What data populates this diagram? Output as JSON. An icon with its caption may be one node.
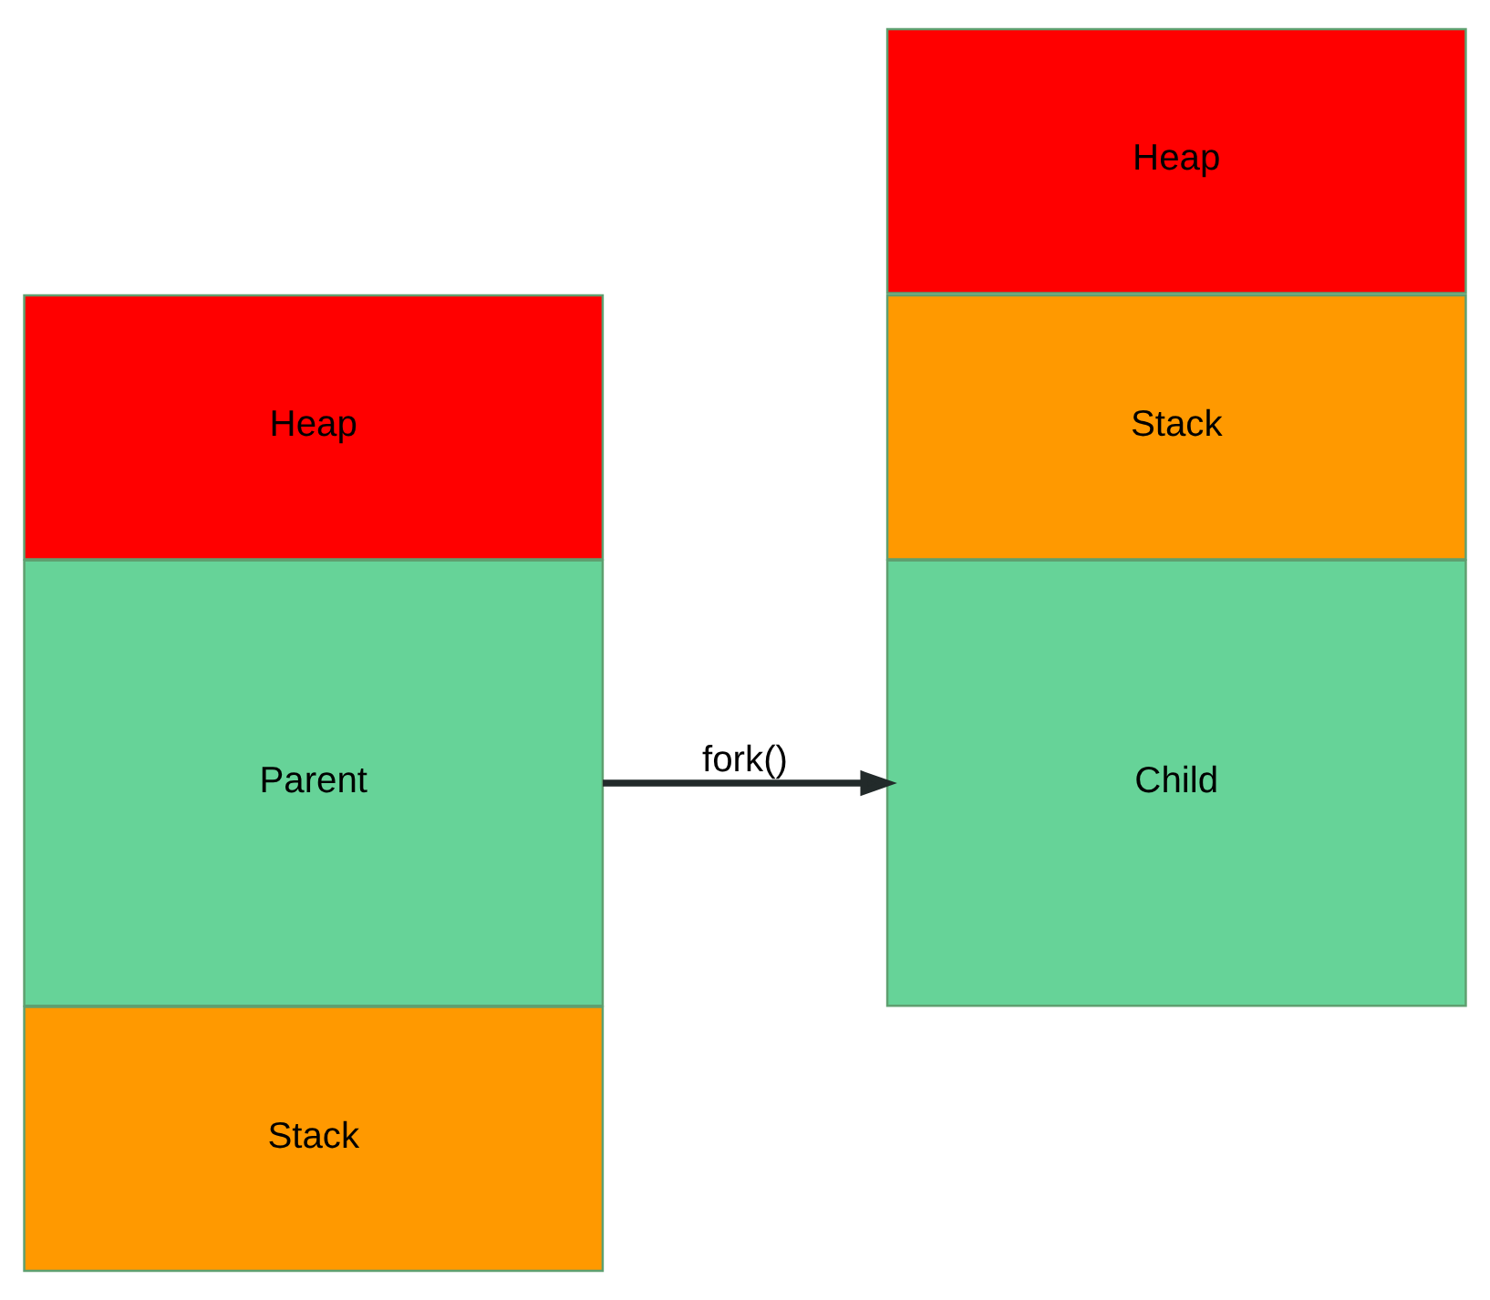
{
  "diagram": {
    "nodes": [
      {
        "text": [
          "Heap"
        ]
      },
      {
        "text": [
          "Parent"
        ]
      },
      {
        "text": [
          "Stack"
        ]
      },
      {
        "text": [
          "Heap"
        ]
      },
      {
        "text": [
          "Child"
        ]
      },
      {
        "text": [
          "Stack"
        ]
      }
    ],
    "edges": [
      {
        "from": 1,
        "to": 4,
        "label": "fork()",
        "arrow": "to"
      }
    ]
  }
}
